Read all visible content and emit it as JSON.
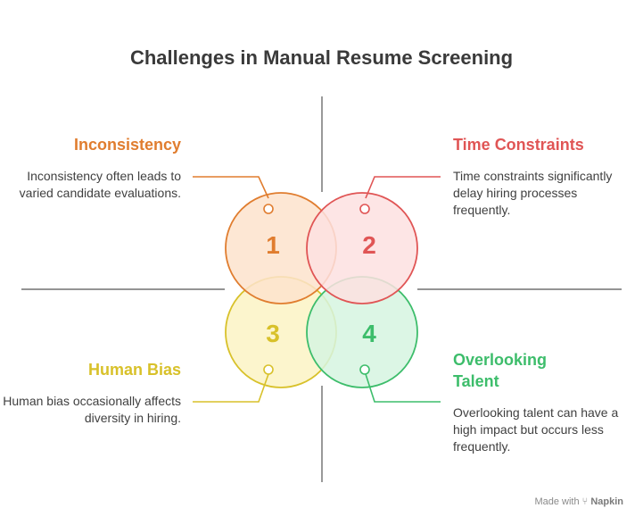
{
  "title": "Challenges in Manual Resume Screening",
  "items": [
    {
      "number": "1",
      "heading": "Inconsistency",
      "description": "Inconsistency often leads to varied candidate evaluations.",
      "color": "#e07d2f",
      "fill": "#fde3cc"
    },
    {
      "number": "2",
      "heading": "Time Constraints",
      "description": "Time constraints significantly delay hiring processes frequently.",
      "color": "#e05555",
      "fill": "#fde0e0"
    },
    {
      "number": "3",
      "heading": "Human Bias",
      "description": "Human bias occasionally affects diversity in hiring.",
      "color": "#d8c12a",
      "fill": "#fbf3c4"
    },
    {
      "number": "4",
      "heading": "Overlooking Talent",
      "description": "Overlooking talent can have a high impact but occurs less frequently.",
      "color": "#3dbd6b",
      "fill": "#d6f5e0"
    }
  ],
  "footer": {
    "prefix": "Made with",
    "brand": "Napkin"
  }
}
